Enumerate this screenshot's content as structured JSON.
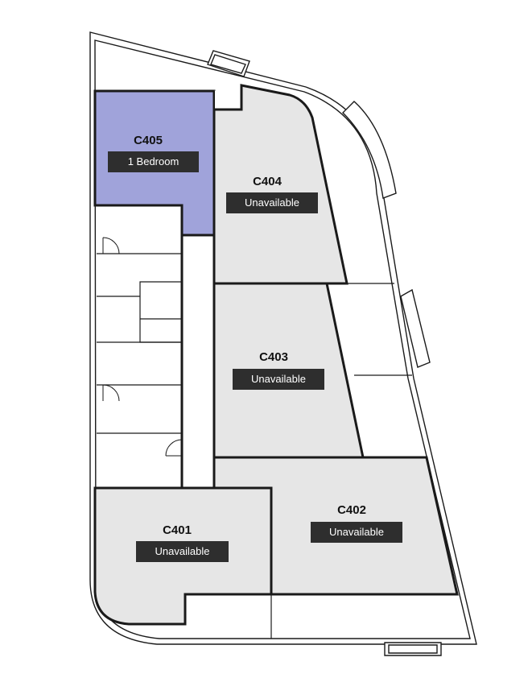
{
  "colors": {
    "available": "#a0a3da",
    "unavailable": "#e6e6e6",
    "wall": "#1a1a1a",
    "badge": "#2e2e2e",
    "background": "#ffffff"
  },
  "units": [
    {
      "id": "C405",
      "code": "C405",
      "status": "1 Bedroom",
      "available": true
    },
    {
      "id": "C404",
      "code": "C404",
      "status": "Unavailable",
      "available": false
    },
    {
      "id": "C403",
      "code": "C403",
      "status": "Unavailable",
      "available": false
    },
    {
      "id": "C402",
      "code": "C402",
      "status": "Unavailable",
      "available": false
    },
    {
      "id": "C401",
      "code": "C401",
      "status": "Unavailable",
      "available": false
    }
  ]
}
